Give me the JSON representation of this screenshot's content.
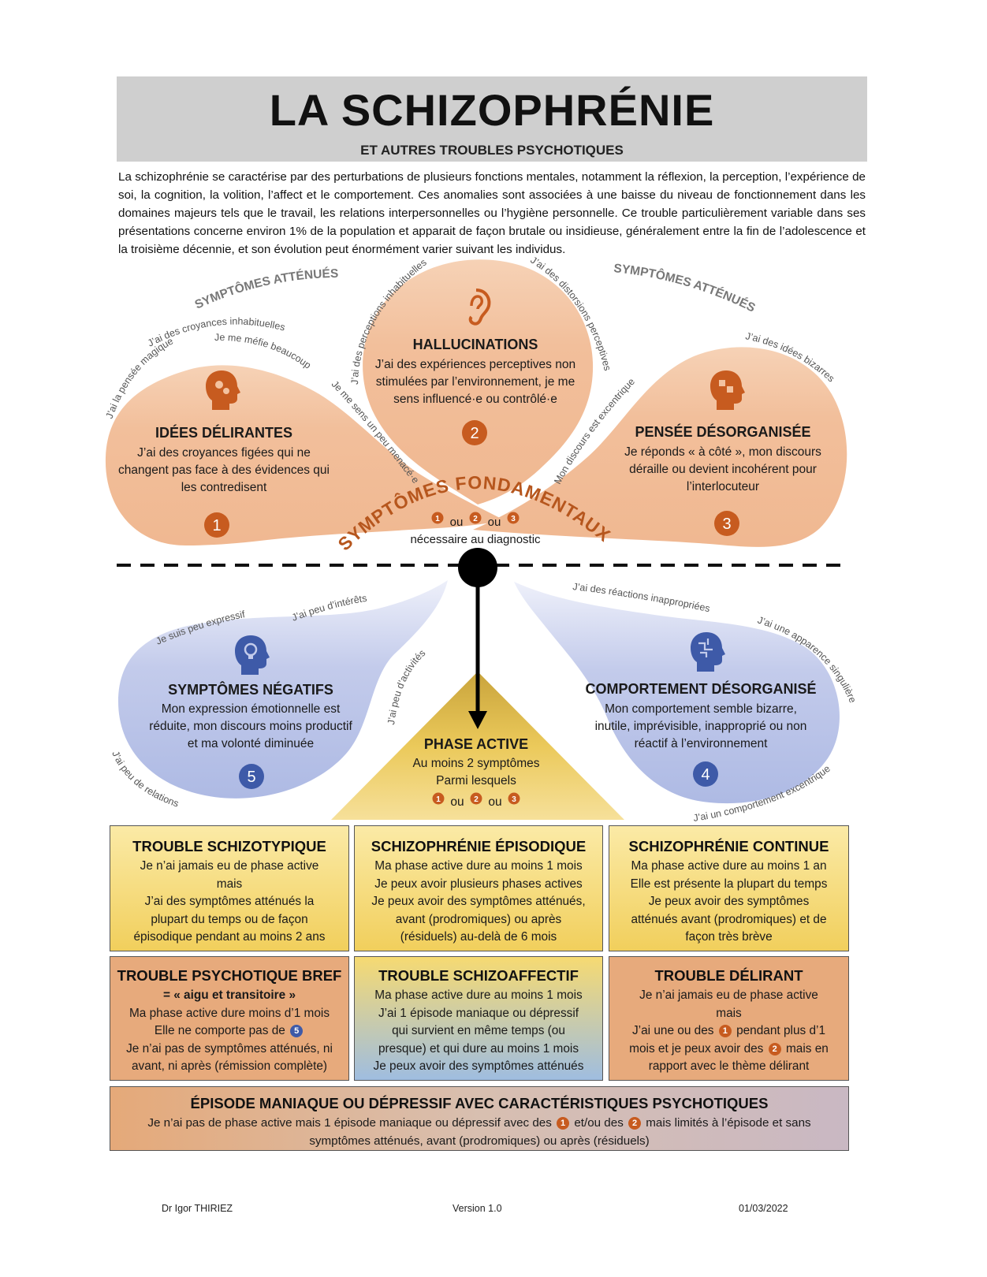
{
  "header": {
    "title": "LA SCHIZOPHRÉNIE",
    "subtitle": "ET AUTRES TROUBLES PSYCHOTIQUES"
  },
  "intro": "La schizophrénie se caractérise par des perturbations de plusieurs fonctions mentales, notamment la réflexion, la perception, l’expérience de soi, la cognition, la volition, l’affect et le comportement. Ces anomalies sont associées à une baisse du niveau de fonctionnement dans les domaines majeurs tels que le travail, les relations interpersonnelles ou l’hygiène personnelle. Ce trouble particulièrement variable dans ses présentations concerne environ 1% de la population et apparait de façon brutale ou insidieuse, généralement entre la fin de l’adolescence et la troisième décennie, et son évolution peut énormément varier suivant les individus.",
  "attenuated_label": "SYMPTÔMES ATTÉNUÉS",
  "fundamental": {
    "label": "SYMPTÔMES FONDAMENTAUX",
    "or_word": "ou",
    "note": "nécessaire au diagnostic",
    "n1": "1",
    "n2": "2",
    "n3": "3"
  },
  "symptoms": {
    "delusions": {
      "title": "IDÉES DÉLIRANTES",
      "line1": "J’ai des croyances figées qui ne",
      "line2": "changent pas face à des évidences qui",
      "line3": "les contredisent",
      "number": "1"
    },
    "hallucinations": {
      "title": "HALLUCINATIONS",
      "line1": "J’ai des expériences perceptives non",
      "line2": "stimulées par l’environnement, je me",
      "line3": "sens influencé·e ou contrôlé·e",
      "number": "2"
    },
    "disorganized_thought": {
      "title": "PENSÉE DÉSORGANISÉE",
      "line1": "Je réponds « à côté », mon discours",
      "line2": "déraille ou devient incohérent pour",
      "line3": "l’interlocuteur",
      "number": "3"
    },
    "negative": {
      "title": "SYMPTÔMES NÉGATIFS",
      "line1": "Mon expression émotionnelle est",
      "line2": "réduite, mon discours moins productif",
      "line3": "et ma volonté diminuée",
      "number": "5"
    },
    "disorganized_behavior": {
      "title": "COMPORTEMENT DÉSORGANISÉ",
      "line1": "Mon comportement semble bizarre,",
      "line2": "inutile, imprévisible, inapproprié ou non",
      "line3": "réactif à l’environnement",
      "number": "4"
    }
  },
  "attenuated": {
    "magic": "J’ai la pensée magique",
    "beliefs": "J’ai des croyances inhabituelles",
    "suspicious": "Je me méfie beaucoup",
    "threatened": "Je me sens un peu menacé·e",
    "perceptions": "J’ai des perceptions inhabituelles",
    "distortions": "J’ai des distorsions perceptives",
    "eccentric_speech": "Mon discours est excentrique",
    "bizarre_ideas": "J’ai des idées bizarres",
    "inexpressive": "Je suis peu expressif",
    "interests": "J’ai peu d’intérêts",
    "activities": "J’ai peu d’activités",
    "relations": "J’ai peu de relations",
    "reactions": "J’ai des réactions inappropriées",
    "appearance": "J’ai une apparence singulière",
    "eccentric_behavior": "J’ai un comportement excentrique"
  },
  "active_phase": {
    "title": "PHASE ACTIVE",
    "line1": "Au moins 2 symptômes",
    "line2": "Parmi lesquels"
  },
  "disorders": {
    "schizotypal": {
      "title": "TROUBLE SCHIZOTYPIQUE",
      "lines": [
        "Je n’ai jamais eu de phase active",
        "mais",
        "J’ai des symptômes atténués la",
        "plupart du temps ou de façon",
        "épisodique pendant au moins 2 ans"
      ]
    },
    "episodic": {
      "title": "SCHIZOPHRÉNIE ÉPISODIQUE",
      "lines": [
        "Ma phase active dure au moins 1 mois",
        "Je peux avoir plusieurs phases actives",
        "Je peux avoir des symptômes atténués,",
        "avant (prodromiques) ou après",
        "(résiduels) au-delà de 6 mois"
      ]
    },
    "continuous": {
      "title": "SCHIZOPHRÉNIE CONTINUE",
      "lines": [
        "Ma phase active dure au moins 1 an",
        "Elle est présente la plupart du temps",
        "Je peux avoir des symptômes",
        "atténués avant (prodromiques) et de",
        "façon très brève"
      ]
    },
    "brief": {
      "title": "TROUBLE PSYCHOTIQUE BREF",
      "subtitle": "= « aigu et transitoire »",
      "line1": "Ma phase active dure moins d’1 mois",
      "line2_pre": "Elle ne comporte pas de",
      "line3": "Je n’ai pas de symptômes atténués, ni",
      "line4": "avant, ni après (rémission complète)"
    },
    "schizoaffective": {
      "title": "TROUBLE SCHIZOAFFECTIF",
      "lines": [
        "Ma phase active dure au moins 1 mois",
        "J’ai 1 épisode maniaque ou dépressif",
        "qui survient en même temps (ou",
        "presque) et qui dure au moins 1 mois",
        "Je peux avoir des symptômes atténués"
      ]
    },
    "delusional": {
      "title": "TROUBLE DÉLIRANT",
      "line1": "Je n’ai jamais eu de phase active",
      "line2": "mais",
      "line3_pre": "J’ai une ou des",
      "line3_post": "pendant plus d’1",
      "line4_pre": "mois et je peux avoir des",
      "line4_post": "mais en",
      "line5": "rapport avec le thème délirant"
    },
    "mood": {
      "title": "ÉPISODE MANIAQUE OU DÉPRESSIF AVEC CARACTÉRISTIQUES PSYCHOTIQUES",
      "line1_a": "Je n’ai pas de phase active mais 1 épisode maniaque ou dépressif avec des",
      "line1_b": "et/ou des",
      "line1_c": "mais limités à l’épisode et sans",
      "line2": "symptômes atténués, avant (prodromiques) ou après (résiduels)"
    }
  },
  "footer": {
    "author": "Dr Igor THIRIEZ",
    "version": "Version 1.0",
    "date": "01/03/2022"
  },
  "colors": {
    "orange_bubble": "#f3c29f",
    "blue_bubble": "#b9c3e5",
    "accent_orange": "#c75b1f",
    "accent_blue": "#3e5aa8",
    "gold": "#e9c54f"
  }
}
